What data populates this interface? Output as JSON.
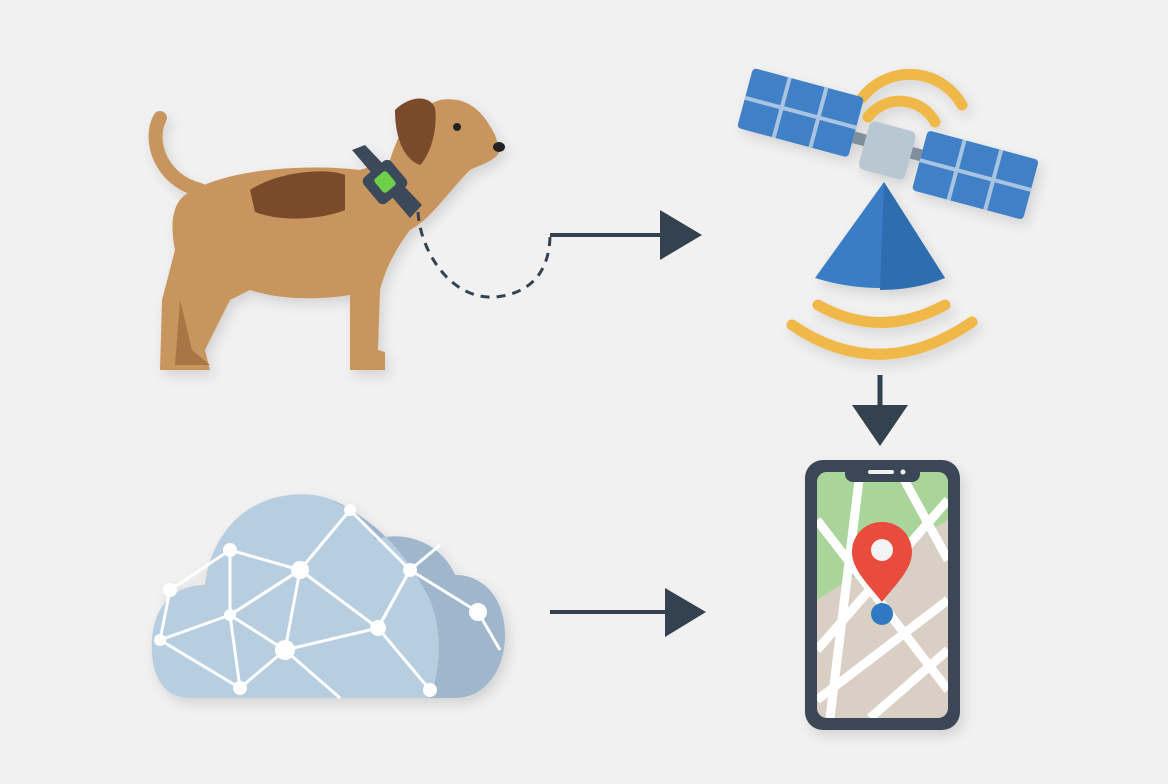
{
  "diagram": {
    "nodes": [
      {
        "id": "dog",
        "icon": "dog-with-gps-collar-icon"
      },
      {
        "id": "satellite",
        "icon": "satellite-icon"
      },
      {
        "id": "phone",
        "icon": "smartphone-map-icon"
      },
      {
        "id": "cloud",
        "icon": "cloud-network-icon"
      }
    ],
    "edges": [
      {
        "from": "dog",
        "to": "satellite",
        "style": "dashed-then-solid arrow"
      },
      {
        "from": "satellite",
        "to": "phone",
        "style": "solid arrow"
      },
      {
        "from": "cloud",
        "to": "phone",
        "style": "solid arrow"
      }
    ]
  },
  "colors": {
    "background": "#f1f1f1",
    "dog_fur": "#c9955f",
    "dog_patch": "#7a4b2a",
    "collar": "#3b4a5a",
    "collar_tag": "#6fcf4a",
    "arrow": "#34414f",
    "satellite_panel": "#3f80c6",
    "satellite_body": "#b9c7d3",
    "signal": "#efb84a",
    "cloud": "#b7cde0",
    "phone_frame": "#3b4656",
    "map_pin": "#e94b3c",
    "location_dot": "#2f78c4"
  }
}
